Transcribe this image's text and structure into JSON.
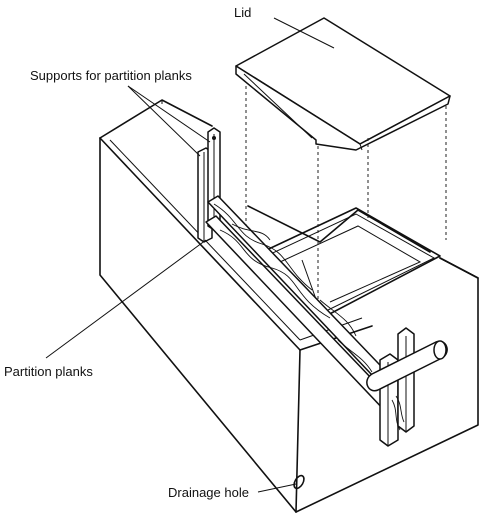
{
  "labels": {
    "lid": "Lid",
    "supports": "Supports for partition planks",
    "planks": "Partition planks",
    "drainage": "Drainage hole"
  },
  "colors": {
    "line": "#111111",
    "background": "#ffffff"
  }
}
